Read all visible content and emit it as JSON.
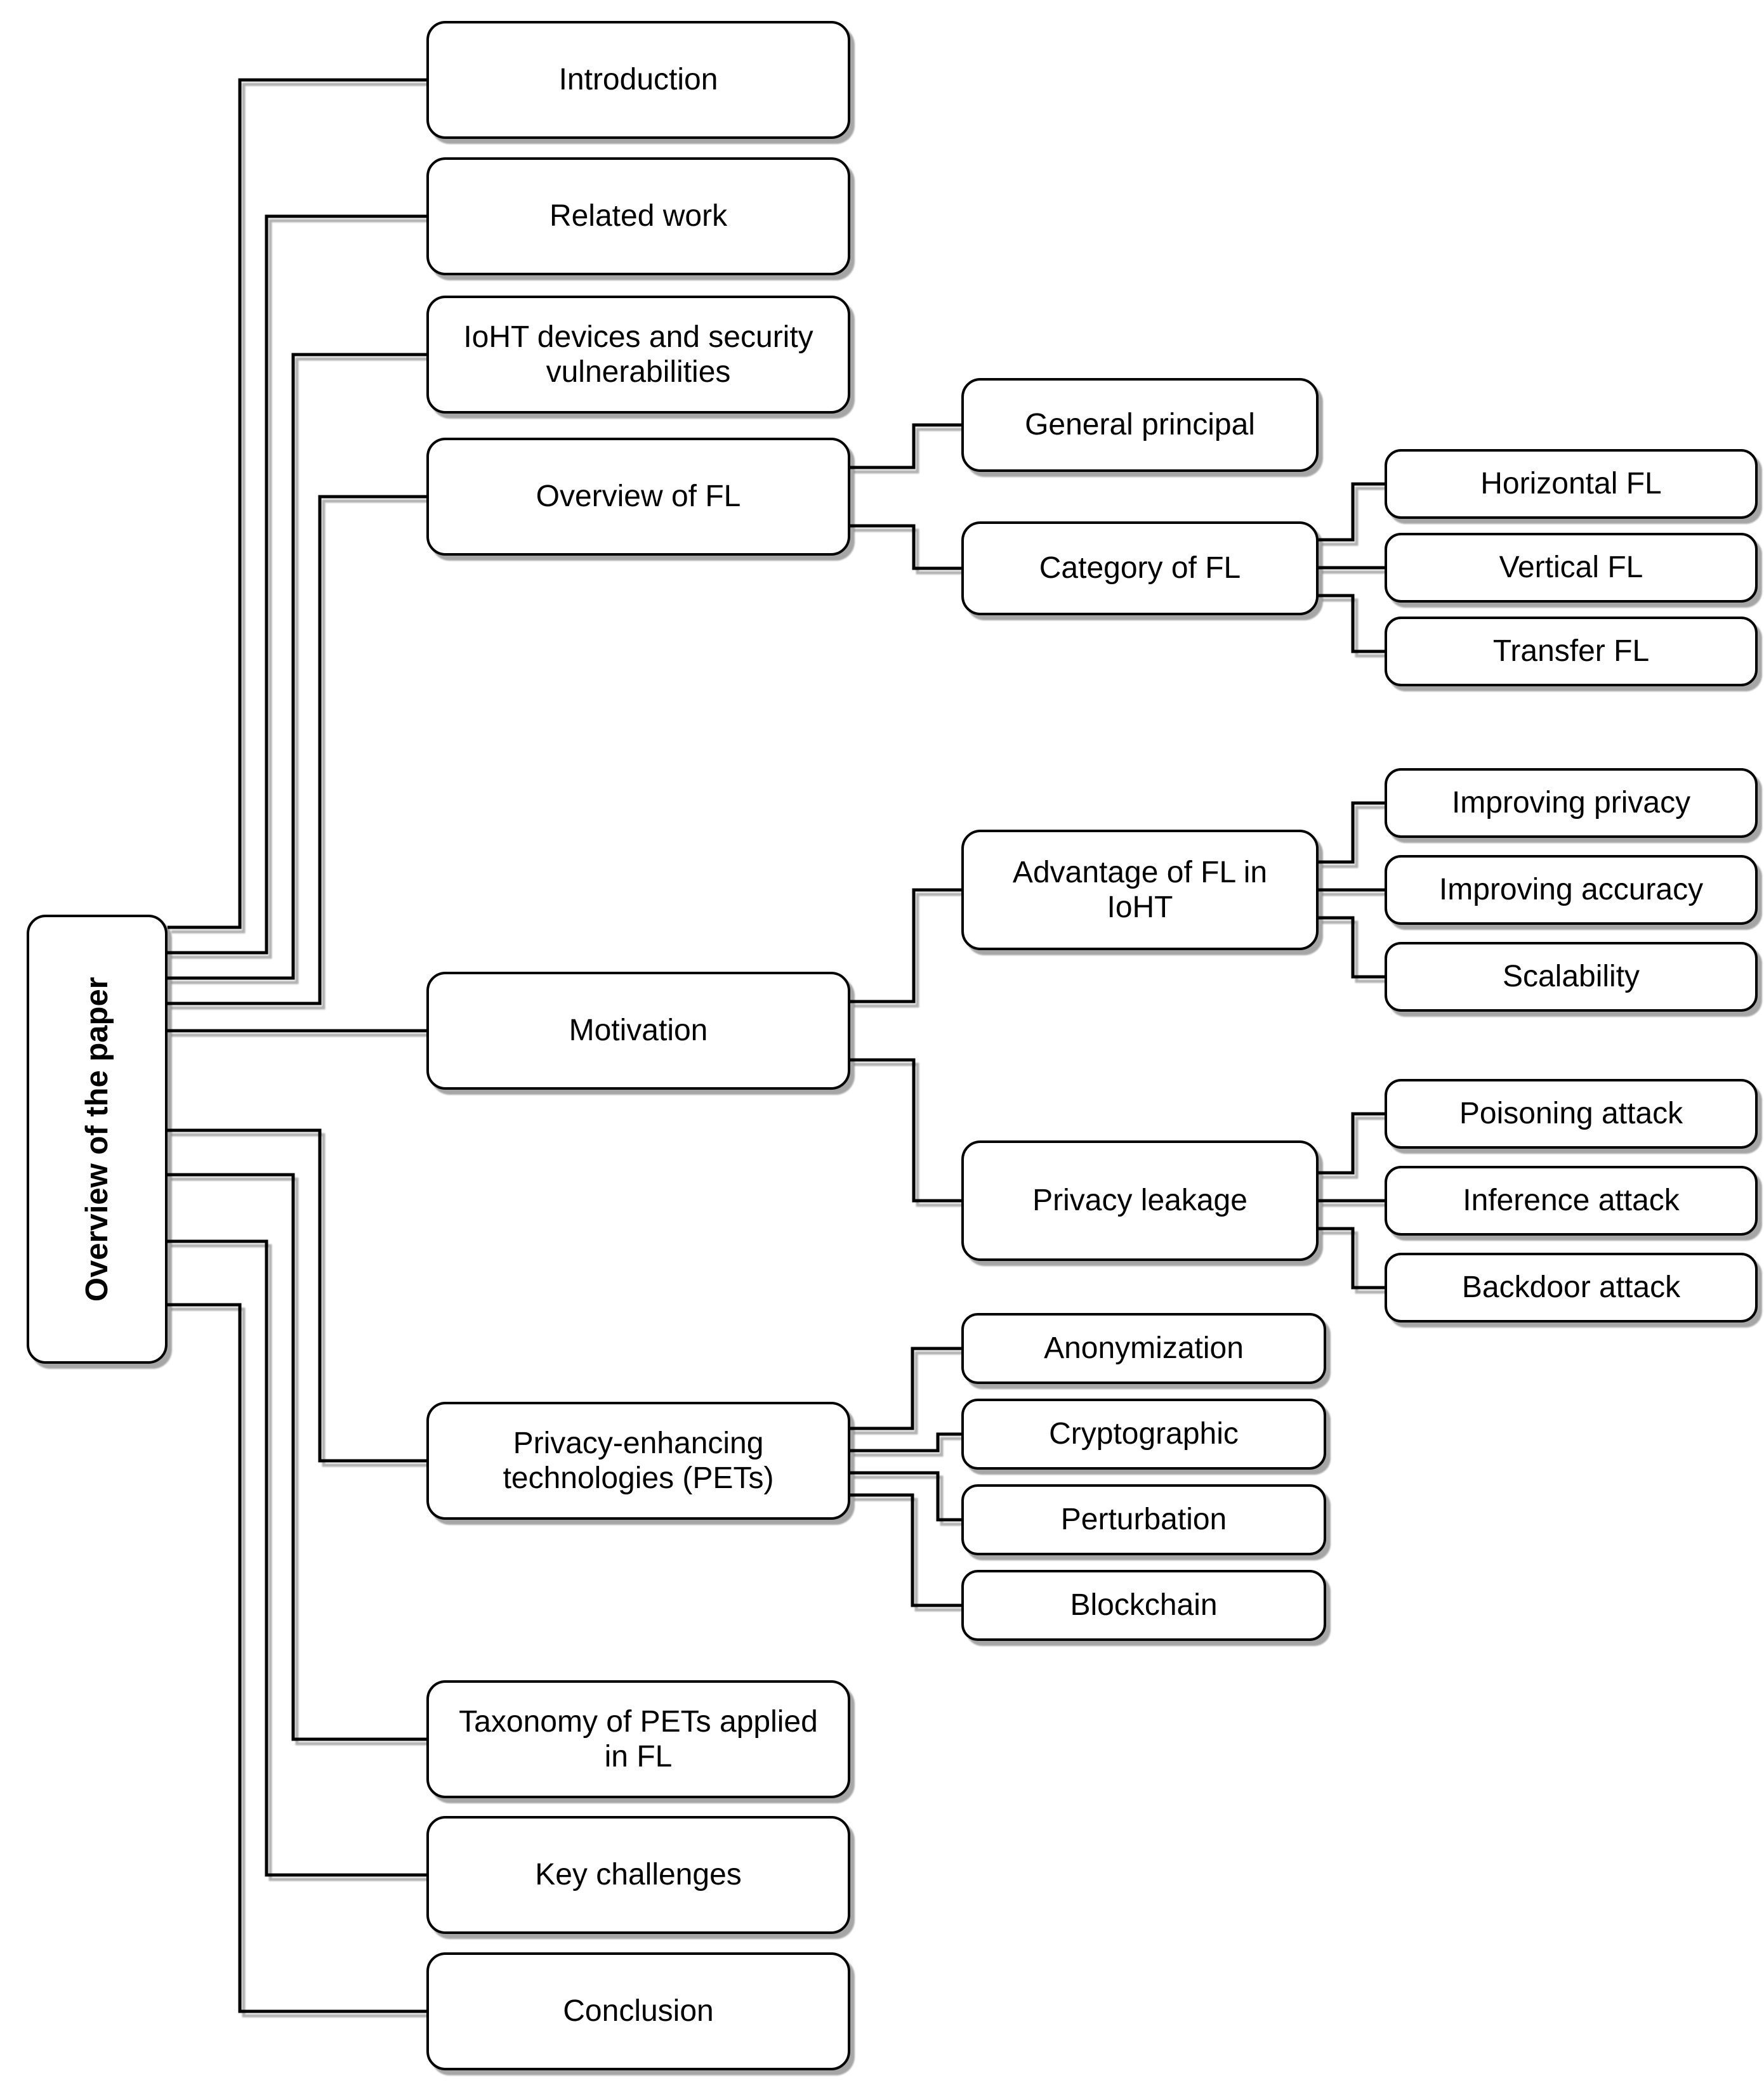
{
  "root": {
    "label": "Overview of the paper"
  },
  "nodes": {
    "introduction": "Introduction",
    "related_work": "Related work",
    "ioht_devices": "IoHT devices and security vulnerabilities",
    "overview_fl": "Overview of FL",
    "general_principal": "General principal",
    "category_fl": "Category of FL",
    "horizontal_fl": "Horizontal FL",
    "vertical_fl": "Vertical FL",
    "transfer_fl": "Transfer FL",
    "motivation": "Motivation",
    "advantage_fl_ioht": "Advantage of FL in IoHT",
    "improving_privacy": "Improving privacy",
    "improving_accuracy": "Improving accuracy",
    "scalability": "Scalability",
    "privacy_leakage": "Privacy leakage",
    "poisoning_attack": "Poisoning attack",
    "inference_attack": "Inference attack",
    "backdoor_attack": "Backdoor attack",
    "pets": "Privacy-enhancing technologies (PETs)",
    "anonymization": "Anonymization",
    "cryptographic": "Cryptographic",
    "perturbation": "Perturbation",
    "blockchain": "Blockchain",
    "taxonomy_pets": "Taxonomy of PETs applied in FL",
    "key_challenges": "Key challenges",
    "conclusion": "Conclusion"
  },
  "hierarchy": {
    "Overview of the paper": [
      "Introduction",
      "Related work",
      "IoHT devices and security vulnerabilities",
      "Overview of FL",
      "Motivation",
      "Privacy-enhancing technologies (PETs)",
      "Taxonomy of PETs applied in FL",
      "Key challenges",
      "Conclusion"
    ],
    "Overview of FL": [
      "General principal",
      "Category of FL"
    ],
    "Category of FL": [
      "Horizontal FL",
      "Vertical FL",
      "Transfer FL"
    ],
    "Motivation": [
      "Advantage of FL in IoHT",
      "Privacy leakage"
    ],
    "Advantage of FL in IoHT": [
      "Improving privacy",
      "Improving accuracy",
      "Scalability"
    ],
    "Privacy leakage": [
      "Poisoning attack",
      "Inference attack",
      "Backdoor attack"
    ],
    "Privacy-enhancing technologies (PETs)": [
      "Anonymization",
      "Cryptographic",
      "Perturbation",
      "Blockchain"
    ]
  },
  "colors": {
    "background": "#ffffff",
    "box_fill": "#ffffff",
    "box_border": "#000000",
    "connector": "#000000"
  }
}
